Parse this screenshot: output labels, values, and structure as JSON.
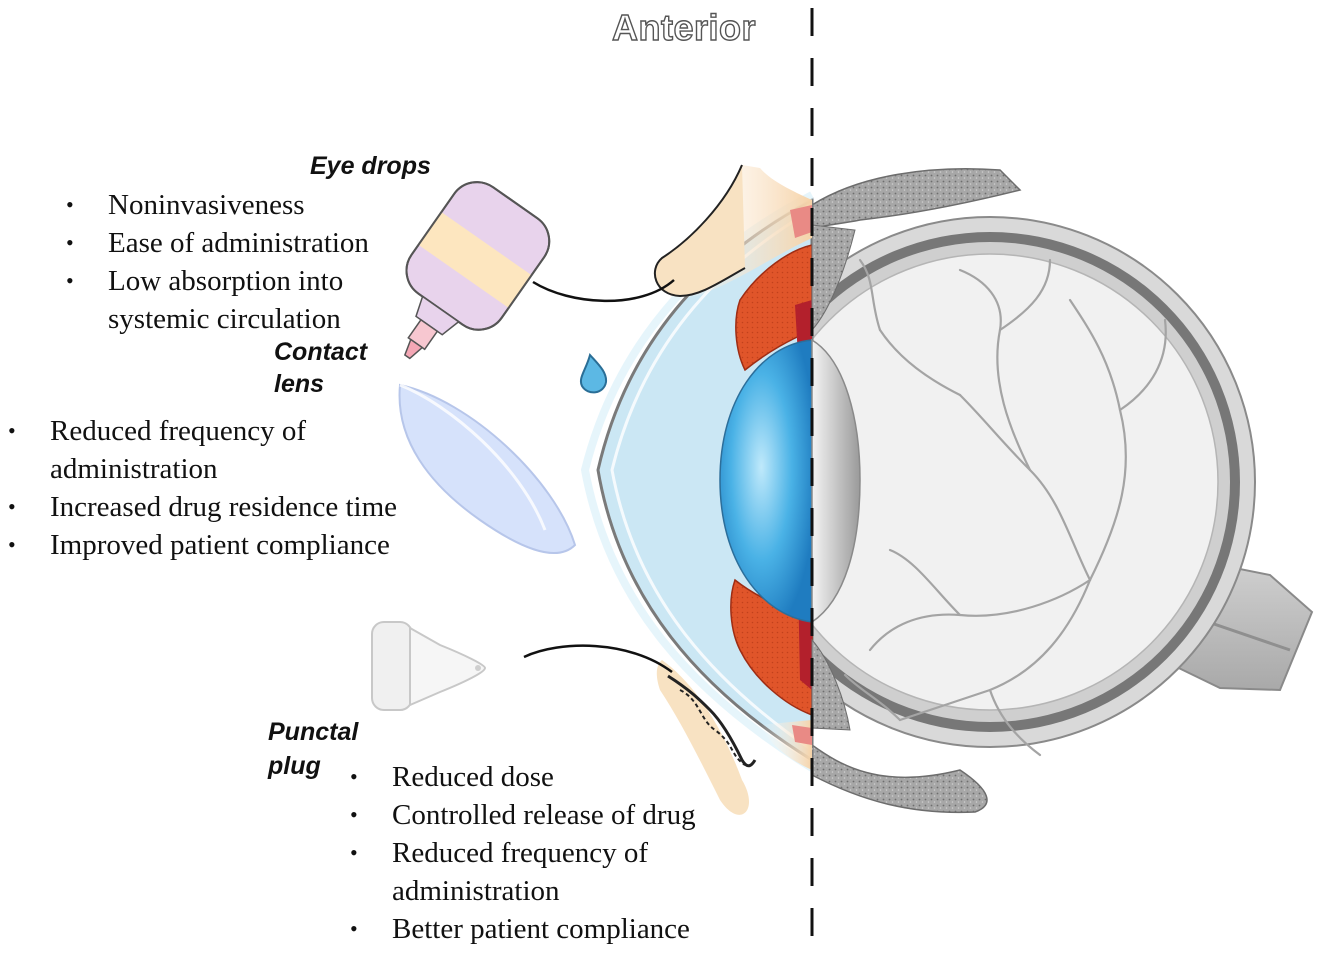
{
  "header": {
    "orientation_label": "Anterior"
  },
  "eye_drops": {
    "title": "Eye drops",
    "points": [
      "Noninvasiveness",
      "Ease of administration",
      "Low absorption into",
      "systemic circulation"
    ]
  },
  "contact_lens": {
    "title_line1": "Contact",
    "title_line2": "lens",
    "points": [
      "Reduced frequency of",
      "administration",
      "Increased drug residence time",
      "Improved patient compliance"
    ]
  },
  "punctal_plug": {
    "title_line1": "Punctal",
    "title_line2": "plug",
    "points": [
      "Reduced dose",
      "Controlled release of drug",
      "Reduced frequency of",
      "administration",
      "Better patient compliance"
    ]
  },
  "colors": {
    "lens_blue": "#3a9fdc",
    "cornea_light_blue": "#cbe7f4",
    "iris_orange": "#e0552a",
    "ciliary_red": "#b3202c",
    "sclera_gray": "#c9c9c9",
    "eyelid_skin": "#f6dcb8",
    "drop_bottle": "#e8d3ec"
  }
}
